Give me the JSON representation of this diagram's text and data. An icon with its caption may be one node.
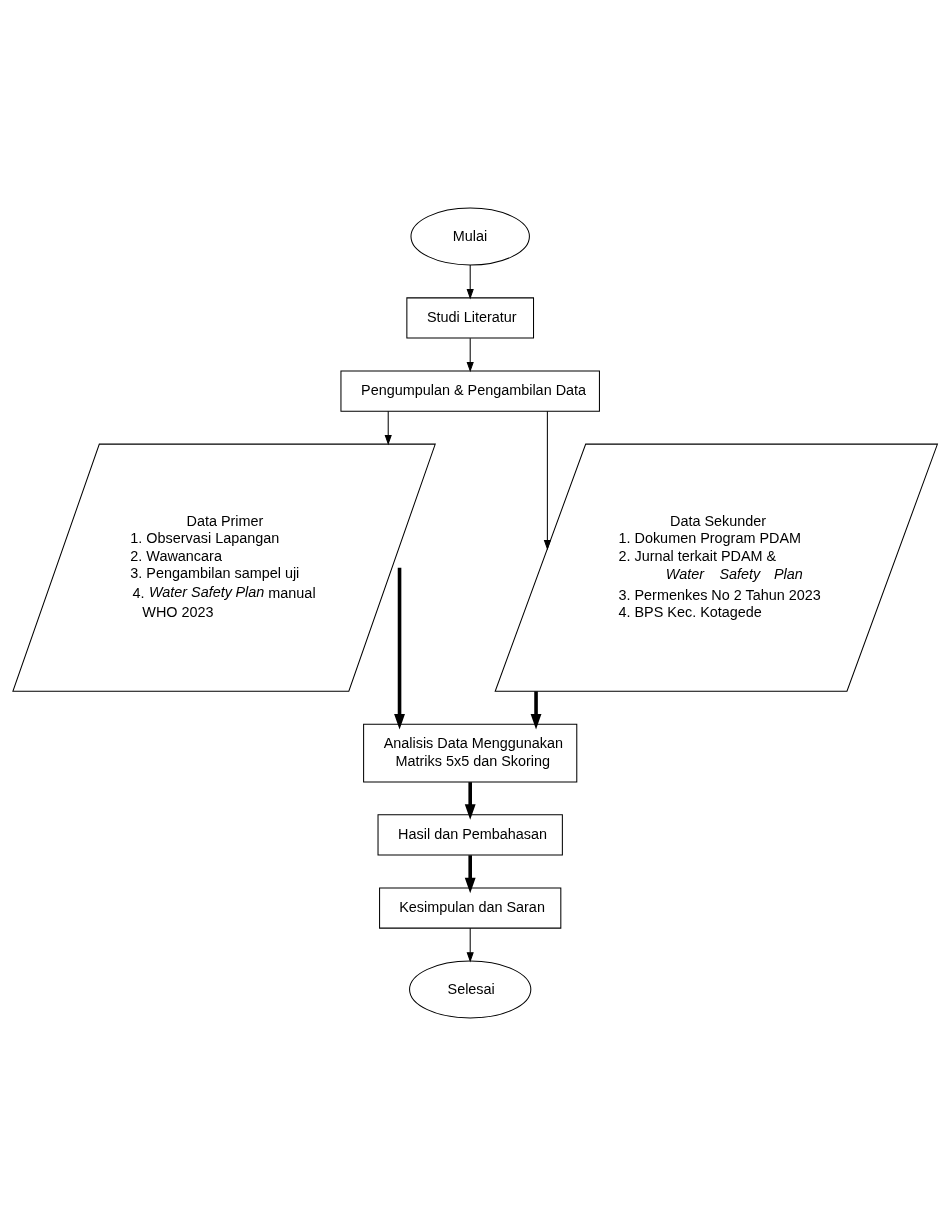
{
  "diagram": {
    "nodes": [
      {
        "text": [
          "Mulai"
        ]
      },
      {
        "text": [
          "Studi Literatur"
        ]
      },
      {
        "text": [
          "Pengumpulan & Pengambilan Data"
        ]
      },
      {
        "text": [
          "Data Primer",
          "1. Observasi Lapangan",
          "2. Wawancara",
          "3. Pengambilan sampel uji",
          "4. *Water Safety Plan* manual WHO 2023"
        ]
      },
      {
        "text": [
          "Data Sekunder",
          "1. Dokumen Program PDAM",
          "2. Jurnal terkait PDAM & *Water Safety Plan*",
          "3. Permenkes No 2 Tahun 2023",
          "4. BPS Kec. Kotagede"
        ]
      },
      {
        "text": [
          "Analisis Data Menggunakan Matriks 5x5 dan Skoring"
        ]
      },
      {
        "text": [
          "Hasil dan Pembahasan"
        ]
      },
      {
        "text": [
          "Kesimpulan dan Saran"
        ]
      },
      {
        "text": [
          "Selesai"
        ]
      }
    ],
    "edges": [
      {
        "from": 0,
        "to": 1,
        "arrow": "to"
      },
      {
        "from": 1,
        "to": 2,
        "arrow": "to"
      },
      {
        "from": 2,
        "to": 3,
        "arrow": "to"
      },
      {
        "from": 2,
        "to": 4,
        "arrow": "to"
      },
      {
        "from": 3,
        "to": 5,
        "arrow": "to",
        "style": "thick"
      },
      {
        "from": 4,
        "to": 5,
        "arrow": "to",
        "style": "thick"
      },
      {
        "from": 5,
        "to": 6,
        "arrow": "to",
        "style": "thick"
      },
      {
        "from": 6,
        "to": 7,
        "arrow": "to",
        "style": "thick"
      },
      {
        "from": 7,
        "to": 8,
        "arrow": "to"
      }
    ]
  }
}
